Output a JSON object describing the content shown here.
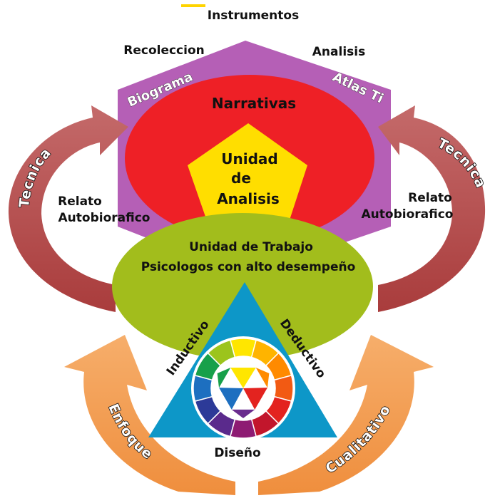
{
  "labels": {
    "instrumentos": "Instrumentos",
    "recoleccion": "Recoleccion",
    "analisis": "Analisis",
    "biograma": "Biograma",
    "atlas_ti": "Atlas Ti",
    "narrativas": "Narrativas",
    "unidad_line1": "Unidad",
    "unidad_line2": "de",
    "unidad_line3": "Analisis",
    "trabajo_line1": "Unidad de Trabajo",
    "trabajo_line2": "Psicologos con alto desempeño",
    "tecnica_left": "Tecnica",
    "tecnica_right": "Tecnica",
    "relato_left_line1": "Relato",
    "relato_left_line2": "Autobiorafico",
    "relato_right_line1": "Relato",
    "relato_right_line2": "Autobiorafico",
    "inductivo": "Inductivo",
    "deductivo": "Deductivo",
    "diseno": "Diseño",
    "enfoque": "Enfoque",
    "cualitativo": "Cualitativo"
  },
  "colors": {
    "hexagon": "#b55fb6",
    "red_ellipse": "#ee2026",
    "pentagon": "#ffde00",
    "green_ellipse": "#a2bd1c",
    "triangle": "#0d97c8",
    "arrow_red": "#b94a4a",
    "arrow_orange": "#f39c4f"
  },
  "color_wheel": [
    "#ffe600",
    "#ffb400",
    "#ff8a00",
    "#f25a13",
    "#e3231f",
    "#c2162c",
    "#8e1b73",
    "#5a2a8c",
    "#2c3a98",
    "#1d6fc0",
    "#17a04a",
    "#9cc41c"
  ]
}
